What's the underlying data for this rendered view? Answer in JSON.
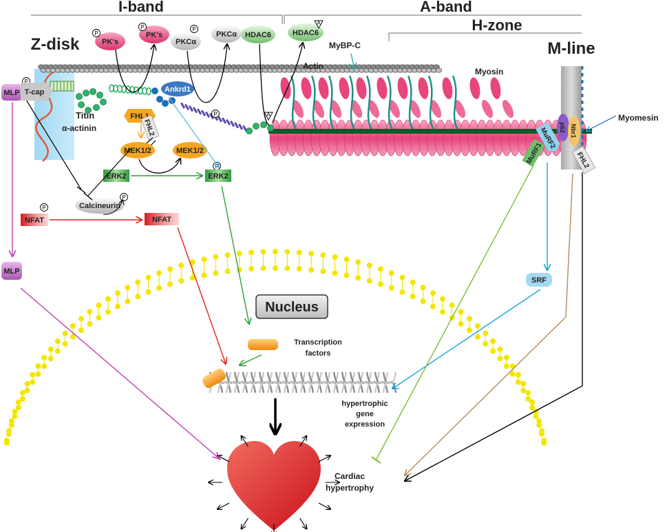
{
  "regions": {
    "i_band": "I-band",
    "a_band": "A-band",
    "h_zone": "H-zone",
    "z_disk": "Z-disk",
    "m_line": "M-line"
  },
  "labels": {
    "actin": "Actin",
    "myosin": "Myosin",
    "mybpc": "MyBP-C",
    "myomesin": "Myomesin",
    "titin": "Titin",
    "alpha_actinin": "α-actinin",
    "tcap": "T-cap",
    "nucleus": "Nucleus",
    "tf_line1": "Transcription",
    "tf_line2": "factors",
    "hge_line1": "hypertrophic",
    "hge_line2": "gene",
    "hge_line3": "expression",
    "ch_line1": "Cardiac",
    "ch_line2": "hypertrophy",
    "phos": "P",
    "acetyl": "A"
  },
  "proteins": {
    "pks1": "PK's",
    "pks2": "PK's",
    "pkca1": "PKCα",
    "pkca2": "PKCα",
    "hdac6_1": "HDAC6",
    "hdac6_2": "HDAC6",
    "ankrd1": "Ankrd1",
    "fhl1": "FHL1",
    "fhl2_a": "FHL2",
    "fhl2_b": "FHL2",
    "mek1": "MEK1/2",
    "mek2": "MEK1/2",
    "erk2_a": "ERK2",
    "erk2_b": "ERK2",
    "calcineurin": "Calcineurin",
    "nfat1": "NFAT",
    "nfat2": "NFAT",
    "mlp1": "MLP",
    "mlp2": "MLP",
    "murf1": "MuRF1",
    "murf2": "MuRF2",
    "p62": "p62",
    "nbr1": "Nbr1",
    "srf": "SRF"
  },
  "colors": {
    "pks": "#e94f7d",
    "pkca": "#d9d9d9",
    "hdac6": "#8fd18a",
    "erk2": "#4caf50",
    "mek": "#f5a623",
    "nfat": "#e8423a",
    "mlp": "#c77dc9",
    "murf": "#8fd3f0",
    "membrane": "#f3e600",
    "myosin": "#e8457a",
    "titin": "#2fb36a",
    "arrow_green": "#2e9e3a",
    "arrow_red": "#e0221b",
    "arrow_magenta": "#c23fb0",
    "arrow_blue": "#1aa3d9",
    "arrow_tan": "#b58a5a",
    "arrow_lime": "#7dbb3a"
  }
}
